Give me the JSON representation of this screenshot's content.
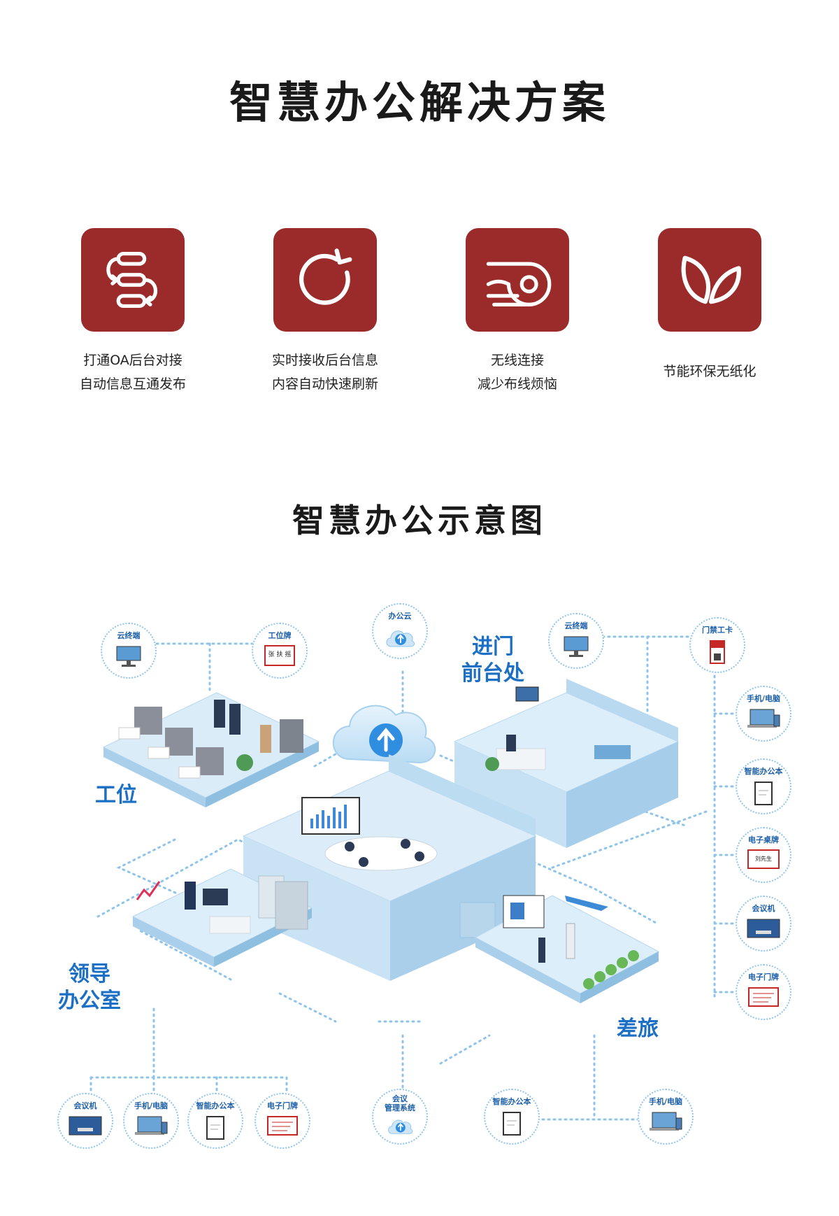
{
  "title": "智慧办公解决方案",
  "accent_color": "#9b2a2b",
  "features": [
    {
      "icon": "flow-icon",
      "lines": [
        "打通OA后台对接",
        "自动信息互通发布"
      ]
    },
    {
      "icon": "refresh-icon",
      "lines": [
        "实时接收后台信息",
        "内容自动快速刷新"
      ]
    },
    {
      "icon": "wireless-icon",
      "lines": [
        "无线连接",
        "减少布线烦恼"
      ]
    },
    {
      "icon": "leaf-icon",
      "lines": [
        "节能环保无纸化"
      ]
    }
  ],
  "diagram": {
    "title": "智慧办公示意图",
    "zones": {
      "workstation": "工位",
      "reception": [
        "进门",
        "前台处"
      ],
      "leader_office": [
        "领导",
        "办公室"
      ],
      "travel": "差旅"
    },
    "nodes": {
      "cloud_terminal_left": "云终端",
      "work_badge": "工位牌",
      "office_cloud": "办公云",
      "cloud_terminal_right": "云终端",
      "access_card": "门禁工卡",
      "right_phone_pc": "手机/电脑",
      "right_notebook": "智能办公本",
      "right_desk_sign": "电子桌牌",
      "right_conference": "会议机",
      "right_door_sign": "电子门牌",
      "bottom_conference": "会议机",
      "bottom_phone_pc": "手机/电脑",
      "bottom_notebook": "智能办公本",
      "bottom_door_sign": "电子门牌",
      "meeting_system": [
        "会议",
        "管理系统"
      ],
      "travel_notebook": "智能办公本",
      "travel_phone_pc": "手机/电脑"
    },
    "badge_text": "张 扶 摇",
    "desk_sign_text": "刘先生",
    "line_color": "#8fc4ea",
    "zone_label_color": "#1b6fc4"
  }
}
